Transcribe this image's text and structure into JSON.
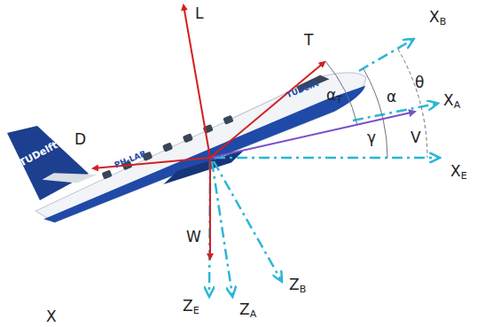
{
  "diagram": {
    "labels": [
      "L",
      "T",
      "XB",
      "XA",
      "θ",
      "α",
      "αT",
      "γ",
      "V",
      "D",
      "XE",
      "W",
      "ZB",
      "ZE",
      "ZA",
      "X",
      "TUDelft",
      "TUDelft",
      "PH-LAB"
    ]
  }
}
